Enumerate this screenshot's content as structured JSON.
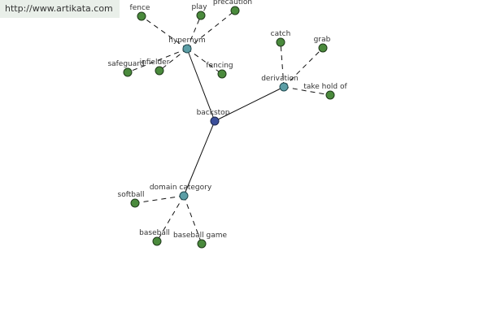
{
  "watermark": "http://www.artikata.com",
  "root": {
    "label": "backstop"
  },
  "relations": [
    {
      "id": "hypernym",
      "label": "hypernym",
      "leaves": [
        "fence",
        "play",
        "precaution",
        "safeguard",
        "infielder",
        "fencing"
      ]
    },
    {
      "id": "derivation",
      "label": "derivation",
      "leaves": [
        "catch",
        "grab",
        "take hold of"
      ]
    },
    {
      "id": "domain",
      "label": "domain category",
      "leaves": [
        "softball",
        "baseball",
        "baseball game"
      ]
    }
  ]
}
